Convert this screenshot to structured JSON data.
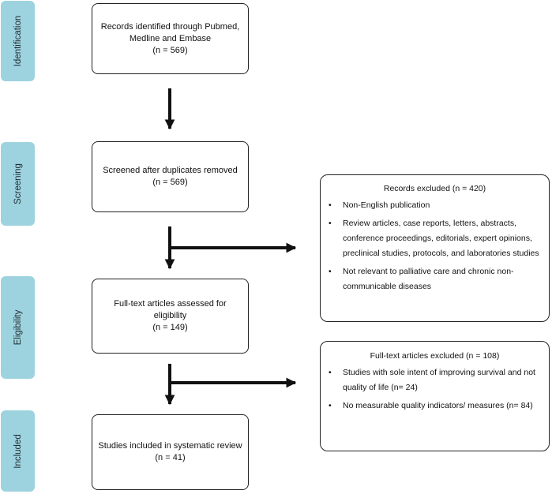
{
  "stages": [
    {
      "id": "identification",
      "label": "Identification"
    },
    {
      "id": "screening",
      "label": "Screening"
    },
    {
      "id": "eligibility",
      "label": "Eligibility"
    },
    {
      "id": "included",
      "label": "Included"
    }
  ],
  "boxes": {
    "identified": {
      "line1": "Records identified through Pubmed,",
      "line2": "Medline and Embase",
      "line3": "(n = 569)"
    },
    "screened": {
      "line1": "Screened after duplicates removed",
      "line2": "(n = 569)"
    },
    "fulltext": {
      "line1": "Full-text articles assessed for",
      "line2": "eligibility",
      "line3": "(n = 149)"
    },
    "included": {
      "line1": "Studies included in systematic review",
      "line2": "(n = 41)"
    }
  },
  "exclusions": {
    "records": {
      "title": "Records excluded (n = 420)",
      "items": [
        "Non-English publication",
        "Review articles, case reports, letters, abstracts, conference proceedings, editorials, expert opinions, preclinical studies, protocols, and laboratories studies",
        "Not relevant to palliative care and chronic non-communicable diseases"
      ]
    },
    "fulltext": {
      "title": "Full-text articles excluded (n = 108)",
      "items": [
        "Studies with sole intent of improving survival and not quality of life (n= 24)",
        "No measurable quality indicators/ measures (n= 84)"
      ]
    }
  }
}
